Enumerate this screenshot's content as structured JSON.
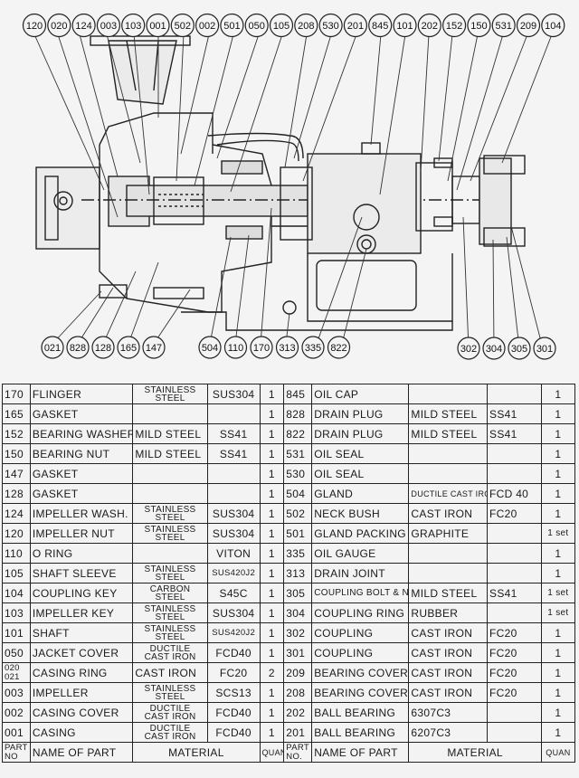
{
  "callouts_top": [
    "120",
    "020",
    "124",
    "003",
    "103",
    "001",
    "502",
    "002",
    "501",
    "050",
    "105",
    "208",
    "530",
    "201",
    "845",
    "101",
    "202",
    "152",
    "150",
    "531",
    "209",
    "104"
  ],
  "callouts_bottom_left": [
    "021",
    "828",
    "128",
    "165",
    "147"
  ],
  "callouts_bottom_mid": [
    "504",
    "110",
    "170",
    "313",
    "335",
    "822"
  ],
  "callouts_bottom_right": [
    "302",
    "304",
    "305",
    "301"
  ],
  "parts_left": [
    {
      "no": "170",
      "name": "FLINGER",
      "material": [
        "STAINLESS",
        "STEEL"
      ],
      "spec": "SUS304",
      "qty": "1"
    },
    {
      "no": "165",
      "name": "GASKET",
      "material": [],
      "spec": "",
      "qty": "1"
    },
    {
      "no": "152",
      "name": "BEARING WASHER",
      "material": [
        "MILD STEEL"
      ],
      "spec": "SS41",
      "qty": "1"
    },
    {
      "no": "150",
      "name": "BEARING NUT",
      "material": [
        "MILD STEEL"
      ],
      "spec": "SS41",
      "qty": "1"
    },
    {
      "no": "147",
      "name": "GASKET",
      "material": [],
      "spec": "",
      "qty": "1"
    },
    {
      "no": "128",
      "name": "GASKET",
      "material": [],
      "spec": "",
      "qty": "1"
    },
    {
      "no": "124",
      "name": "IMPELLER WASH.",
      "material": [
        "STAINLESS",
        "STEEL"
      ],
      "spec": "SUS304",
      "qty": "1"
    },
    {
      "no": "120",
      "name": "IMPELLER NUT",
      "material": [
        "STAINLESS",
        "STEEL"
      ],
      "spec": "SUS304",
      "qty": "1"
    },
    {
      "no": "110",
      "name": "O RING",
      "material": [],
      "spec": "VITON",
      "qty": "1"
    },
    {
      "no": "105",
      "name": "SHAFT SLEEVE",
      "material": [
        "STAINLESS",
        "STEEL"
      ],
      "spec": "SUS420J2",
      "qty": "1"
    },
    {
      "no": "104",
      "name": "COUPLING KEY",
      "material": [
        "CARBON",
        "STEEL"
      ],
      "spec": "S45C",
      "qty": "1"
    },
    {
      "no": "103",
      "name": "IMPELLER KEY",
      "material": [
        "STAINLESS",
        "STEEL"
      ],
      "spec": "SUS304",
      "qty": "1"
    },
    {
      "no": "101",
      "name": "SHAFT",
      "material": [
        "STAINLESS",
        "STEEL"
      ],
      "spec": "SUS420J2",
      "qty": "1"
    },
    {
      "no": "050",
      "name": "JACKET COVER",
      "material": [
        "DUCTILE",
        "CAST IRON"
      ],
      "spec": "FCD40",
      "qty": "1"
    },
    {
      "no": "020\n021",
      "name": "CASING RING",
      "material": [
        "CAST IRON"
      ],
      "spec": "FC20",
      "qty": "2"
    },
    {
      "no": "003",
      "name": "IMPELLER",
      "material": [
        "STAINLESS",
        "STEEL"
      ],
      "spec": "SCS13",
      "qty": "1"
    },
    {
      "no": "002",
      "name": "CASING COVER",
      "material": [
        "DUCTILE",
        "CAST IRON"
      ],
      "spec": "FCD40",
      "qty": "1"
    },
    {
      "no": "001",
      "name": "CASING",
      "material": [
        "DUCTILE",
        "CAST IRON"
      ],
      "spec": "FCD40",
      "qty": "1"
    }
  ],
  "parts_right": [
    {
      "no": "845",
      "name": "OIL CAP",
      "material": "",
      "spec": "",
      "qty": "1"
    },
    {
      "no": "828",
      "name": "DRAIN PLUG",
      "material": "MILD STEEL",
      "spec": "SS41",
      "qty": "1"
    },
    {
      "no": "822",
      "name": "DRAIN PLUG",
      "material": "MILD STEEL",
      "spec": "SS41",
      "qty": "1"
    },
    {
      "no": "531",
      "name": "OIL SEAL",
      "material": "",
      "spec": "",
      "qty": "1"
    },
    {
      "no": "530",
      "name": "OIL SEAL",
      "material": "",
      "spec": "",
      "qty": "1"
    },
    {
      "no": "504",
      "name": "GLAND",
      "material": "DUCTILE CAST IRON",
      "spec": "FCD 40",
      "qty": "1"
    },
    {
      "no": "502",
      "name": "NECK BUSH",
      "material": "CAST IRON",
      "spec": "FC20",
      "qty": "1"
    },
    {
      "no": "501",
      "name": "GLAND PACKING",
      "material": "GRAPHITE",
      "spec": "",
      "qty": "1 set"
    },
    {
      "no": "335",
      "name": "OIL GAUGE",
      "material": "",
      "spec": "",
      "qty": "1"
    },
    {
      "no": "313",
      "name": "DRAIN JOINT",
      "material": "",
      "spec": "",
      "qty": "1"
    },
    {
      "no": "305",
      "name": "COUPLING BOLT & NUT",
      "material": "MILD STEEL",
      "spec": "SS41",
      "qty": "1 set"
    },
    {
      "no": "304",
      "name": "COUPLING RING",
      "material": "RUBBER",
      "spec": "",
      "qty": "1 set"
    },
    {
      "no": "302",
      "name": "COUPLING",
      "material": "CAST IRON",
      "spec": "FC20",
      "qty": "1"
    },
    {
      "no": "301",
      "name": "COUPLING",
      "material": "CAST IRON",
      "spec": "FC20",
      "qty": "1"
    },
    {
      "no": "209",
      "name": "BEARING COVER",
      "material": "CAST IRON",
      "spec": "FC20",
      "qty": "1"
    },
    {
      "no": "208",
      "name": "BEARING COVER",
      "material": "CAST IRON",
      "spec": "FC20",
      "qty": "1"
    },
    {
      "no": "202",
      "name": "BALL BEARING",
      "material": "6307C3",
      "spec": "",
      "qty": "1"
    },
    {
      "no": "201",
      "name": "BALL BEARING",
      "material": "6207C3",
      "spec": "",
      "qty": "1"
    }
  ],
  "header": {
    "part_no": [
      "PART",
      "NO"
    ],
    "name": "NAME OF PART",
    "material": "MATERIAL",
    "quan": "QUAN",
    "part_no_r": [
      "PART",
      "NO."
    ],
    "name_r": "NAME OF PART",
    "material_r": "MATERIAL",
    "quan_r": "QUAN"
  }
}
